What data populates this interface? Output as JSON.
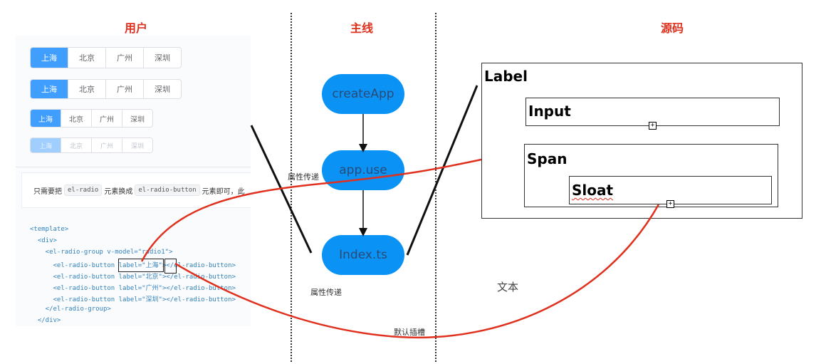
{
  "headers": {
    "user": "用户",
    "mainline": "主线",
    "source": "源码"
  },
  "user_panel": {
    "groups": [
      {
        "options": [
          "上海",
          "北京",
          "广州",
          "深圳"
        ],
        "selected": 0
      },
      {
        "options": [
          "上海",
          "北京",
          "广州",
          "深圳"
        ],
        "selected": 0
      },
      {
        "options": [
          "上海",
          "北京",
          "广州",
          "深圳"
        ],
        "selected": 0
      },
      {
        "options": [
          "上海",
          "北京",
          "广州",
          "深圳"
        ],
        "selected": 0
      }
    ],
    "tip": {
      "before": "只需要把",
      "chip1": "el-radio",
      "middle": "元素换成",
      "chip2": "el-radio-button",
      "after": "元素即可，此"
    },
    "code_lines": [
      "<template>",
      "  <div>",
      "    <el-radio-group v-model=\"radio1\">",
      "      <el-radio-button label=\"上海\"></el-radio-button>",
      "      <el-radio-button label=\"北京\"></el-radio-button>",
      "      <el-radio-button label=\"广州\"></el-radio-button>",
      "      <el-radio-button label=\"深圳\"></el-radio-button>",
      "    </el-radio-group>",
      "  </div>"
    ]
  },
  "flow": {
    "nodes": [
      "createApp",
      "app.use",
      "Index.ts"
    ],
    "label_prop_pass_1": "属性传递",
    "label_prop_pass_2": "属性传递",
    "label_default_slot": "默认插槽"
  },
  "source": {
    "label_box": "Label",
    "input_box": "Input",
    "span_box": "Span",
    "slot_box": "Sloat",
    "text_label": "文本",
    "expand_glyph": "+"
  },
  "colors": {
    "header": "#e0301e",
    "pill": "#0a93f5",
    "radio_active": "#409eff",
    "curve": "#e0301e"
  }
}
